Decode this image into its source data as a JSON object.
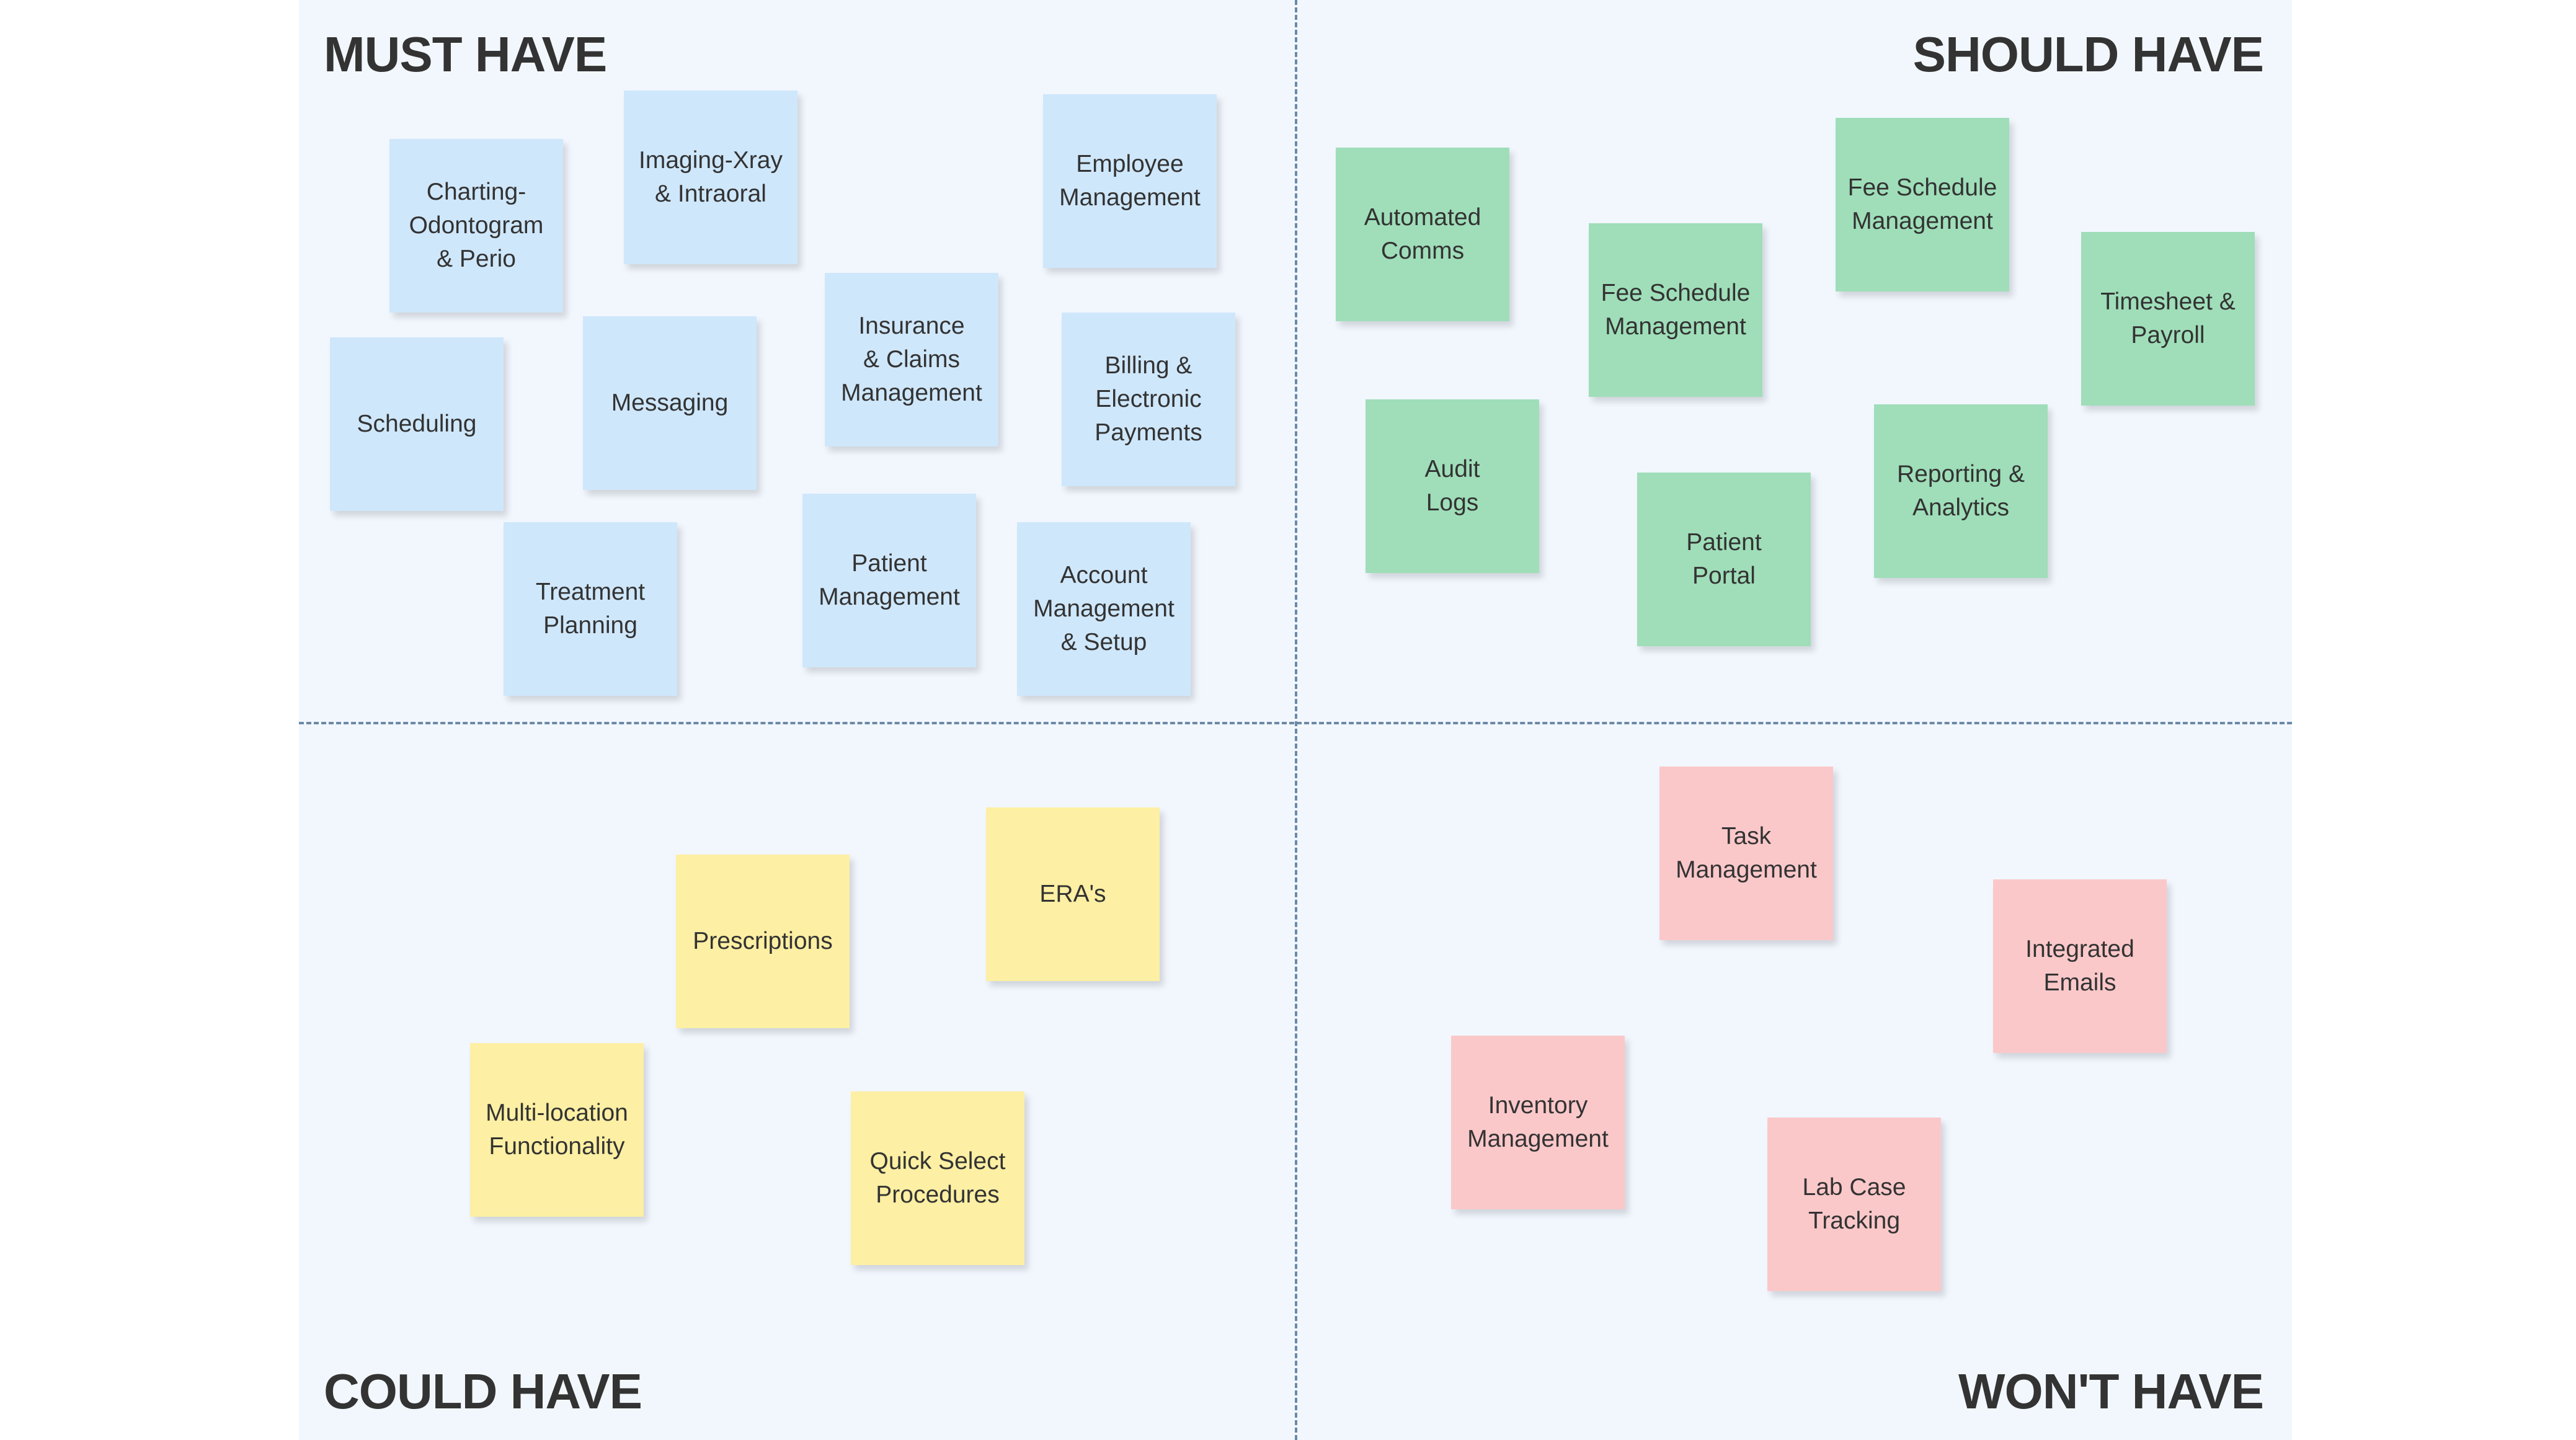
{
  "quadrants": {
    "must": {
      "title": "MUST HAVE",
      "color": "#cfe7fb",
      "notes": [
        "Charting-\nOdontogram\n& Perio",
        "Imaging-Xray\n& Intraoral",
        "Employee\nManagement",
        "Scheduling",
        "Messaging",
        "Insurance\n& Claims\nManagement",
        "Billing &\nElectronic\nPayments",
        "Treatment\nPlanning",
        "Patient\nManagement",
        "Account\nManagement\n& Setup"
      ]
    },
    "should": {
      "title": "SHOULD HAVE",
      "color": "#9fdeb9",
      "notes": [
        "Automated\nComms",
        "Fee Schedule\nManagement",
        "Fee Schedule\nManagement",
        "Timesheet &\nPayroll",
        "Audit\nLogs",
        "Patient\nPortal",
        "Reporting &\nAnalytics"
      ]
    },
    "could": {
      "title": "COULD HAVE",
      "color": "#fdefa3",
      "notes": [
        "Prescriptions",
        "ERA's",
        "Multi-location\nFunctionality",
        "Quick Select\nProcedures"
      ]
    },
    "wont": {
      "title": "WON'T HAVE",
      "color": "#fbc8ca",
      "notes": [
        "Task\nManagement",
        "Integrated\nEmails",
        "Inventory\nManagement",
        "Lab Case\nTracking"
      ]
    }
  }
}
